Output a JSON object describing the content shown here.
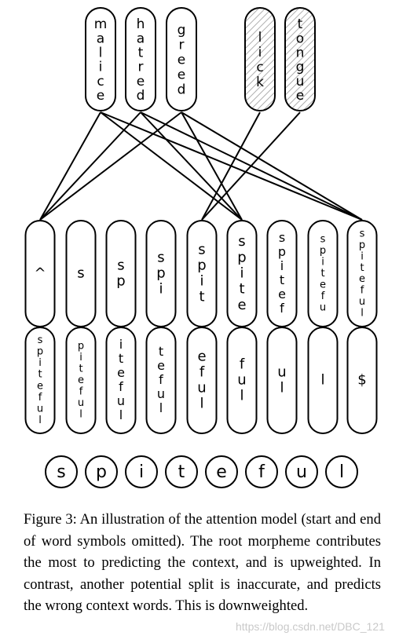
{
  "context_words": [
    {
      "text": "malice",
      "hatched": false
    },
    {
      "text": "hatred",
      "hatched": false
    },
    {
      "text": "greed",
      "hatched": false
    },
    {
      "text": "lick",
      "hatched": true
    },
    {
      "text": "tongue",
      "hatched": true
    }
  ],
  "splits": [
    {
      "prefix": "^",
      "suffix": "spiteful"
    },
    {
      "prefix": "s",
      "suffix": "piteful"
    },
    {
      "prefix": "sp",
      "suffix": "iteful"
    },
    {
      "prefix": "spi",
      "suffix": "teful"
    },
    {
      "prefix": "spit",
      "suffix": "eful"
    },
    {
      "prefix": "spite",
      "suffix": "ful"
    },
    {
      "prefix": "spitef",
      "suffix": "ul"
    },
    {
      "prefix": "spitefu",
      "suffix": "l"
    },
    {
      "prefix": "spiteful",
      "suffix": "$"
    }
  ],
  "characters": [
    "s",
    "p",
    "i",
    "t",
    "e",
    "f",
    "u",
    "l"
  ],
  "connections": [
    {
      "from": "malice",
      "to": "^"
    },
    {
      "from": "hatred",
      "to": "^"
    },
    {
      "from": "greed",
      "to": "^"
    },
    {
      "from": "malice",
      "to": "spite"
    },
    {
      "from": "hatred",
      "to": "spite"
    },
    {
      "from": "greed",
      "to": "spite"
    },
    {
      "from": "malice",
      "to": "spiteful"
    },
    {
      "from": "hatred",
      "to": "spiteful"
    },
    {
      "from": "greed",
      "to": "spiteful"
    },
    {
      "from": "lick",
      "to": "spit"
    },
    {
      "from": "tongue",
      "to": "spit"
    }
  ],
  "caption": "Figure 3: An illustration of the attention model (start and end of word symbols omitted). The root morpheme contributes the most to predicting the context, and is upweighted. In contrast, another potential split is inaccurate, and predicts the wrong context words. This is downweighted.",
  "watermark": "https://blog.csdn.net/DBC_121"
}
